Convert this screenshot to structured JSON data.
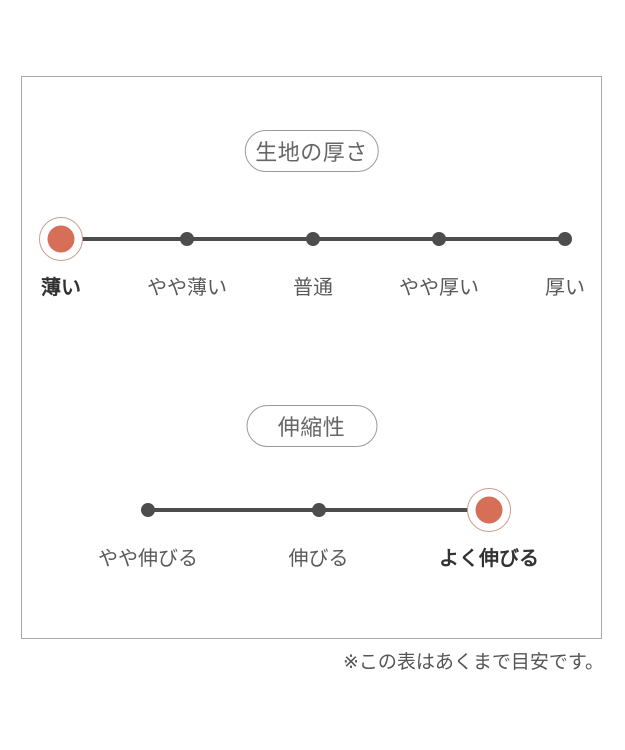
{
  "chart_data": [
    {
      "type": "scale",
      "title": "生地の厚さ",
      "categories": [
        "薄い",
        "やや薄い",
        "普通",
        "やや厚い",
        "厚い"
      ],
      "selected": "薄い",
      "selected_index": 0
    },
    {
      "type": "scale",
      "title": "伸縮性",
      "categories": [
        "やや伸びる",
        "伸びる",
        "よく伸びる"
      ],
      "selected": "よく伸びる",
      "selected_index": 2
    }
  ],
  "footnote": "※この表はあくまで目安です。",
  "colors": {
    "accent": "#d66e58",
    "accent_ring": "#c99c8c",
    "line": "#4d4d4d",
    "dot": "#4d4d4d",
    "label": "#595959",
    "label_selected": "#323232",
    "pill_border": "#9b9b9b",
    "pill_text": "#666666",
    "box_border": "#a9a9a9",
    "footnote_text": "#555555"
  }
}
